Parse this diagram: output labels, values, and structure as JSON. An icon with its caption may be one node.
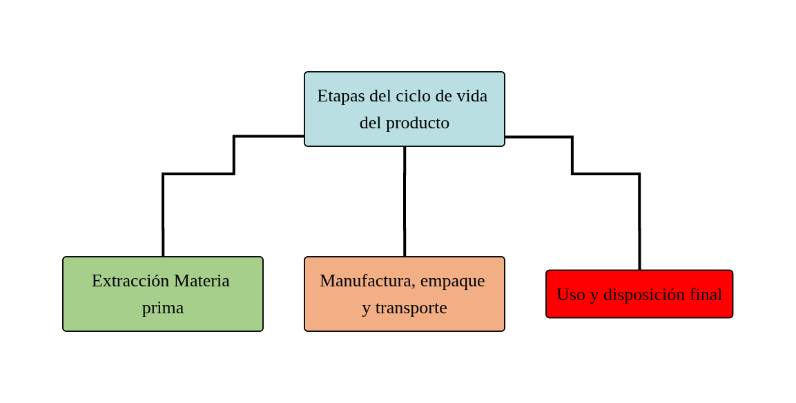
{
  "diagram": {
    "nodes": [
      {
        "text": [
          "Etapas del ciclo de vida del producto"
        ]
      },
      {
        "text": [
          "Extracción Materia prima"
        ]
      },
      {
        "text": [
          "Manufactura, empaque y transporte"
        ]
      },
      {
        "text": [
          "Uso y disposición final"
        ]
      }
    ],
    "edges": [
      {
        "from": 0,
        "to": 1,
        "arrow": "none"
      },
      {
        "from": 0,
        "to": 2,
        "arrow": "none"
      },
      {
        "from": 0,
        "to": 3,
        "arrow": "none"
      }
    ]
  }
}
